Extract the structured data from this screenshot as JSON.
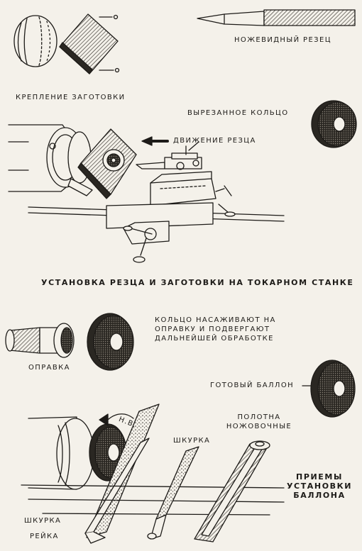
{
  "labels": {
    "fastening": "КРЕПЛЕНИЕ ЗАГОТОВКИ",
    "knife_cutter": "НОЖЕВИДНЫЙ РЕЗЕЦ",
    "cut_ring": "ВЫРЕЗАННОЕ КОЛЬЦО",
    "cutter_motion": "ДВИЖЕНИЕ РЕЗЦА",
    "lathe_setup": "УСТАНОВКА РЕЗЦА И ЗАГОТОВКИ НА ТОКАРНОМ СТАНКЕ",
    "mandrel_note": [
      "КОЛЬЦО НАСАЖИВАЮТ НА",
      "ОПРАВКУ И ПОДВЕРГАЮТ",
      "ДАЛЬНЕЙШЕЙ ОБРАБОТКЕ"
    ],
    "mandrel": "ОПРАВКА",
    "finished_balloon": "ГОТОВЫЙ БАЛЛОН",
    "hacksaw_blades": [
      "ПОЛОТНА",
      "НОЖОВОЧНЫЕ"
    ],
    "sandpaper_top": "ШКУРКА",
    "rotation": "Н.В.",
    "techniques": [
      "ПРИЕМЫ",
      "УСТАНОВКИ",
      "БАЛЛОНА"
    ],
    "sandpaper_bottom": "ШКУРКА",
    "rail": "РЕЙКА"
  },
  "colors": {
    "paper": "#f4f1ea",
    "ink": "#1d1b18",
    "hatch": "#3a3630"
  }
}
